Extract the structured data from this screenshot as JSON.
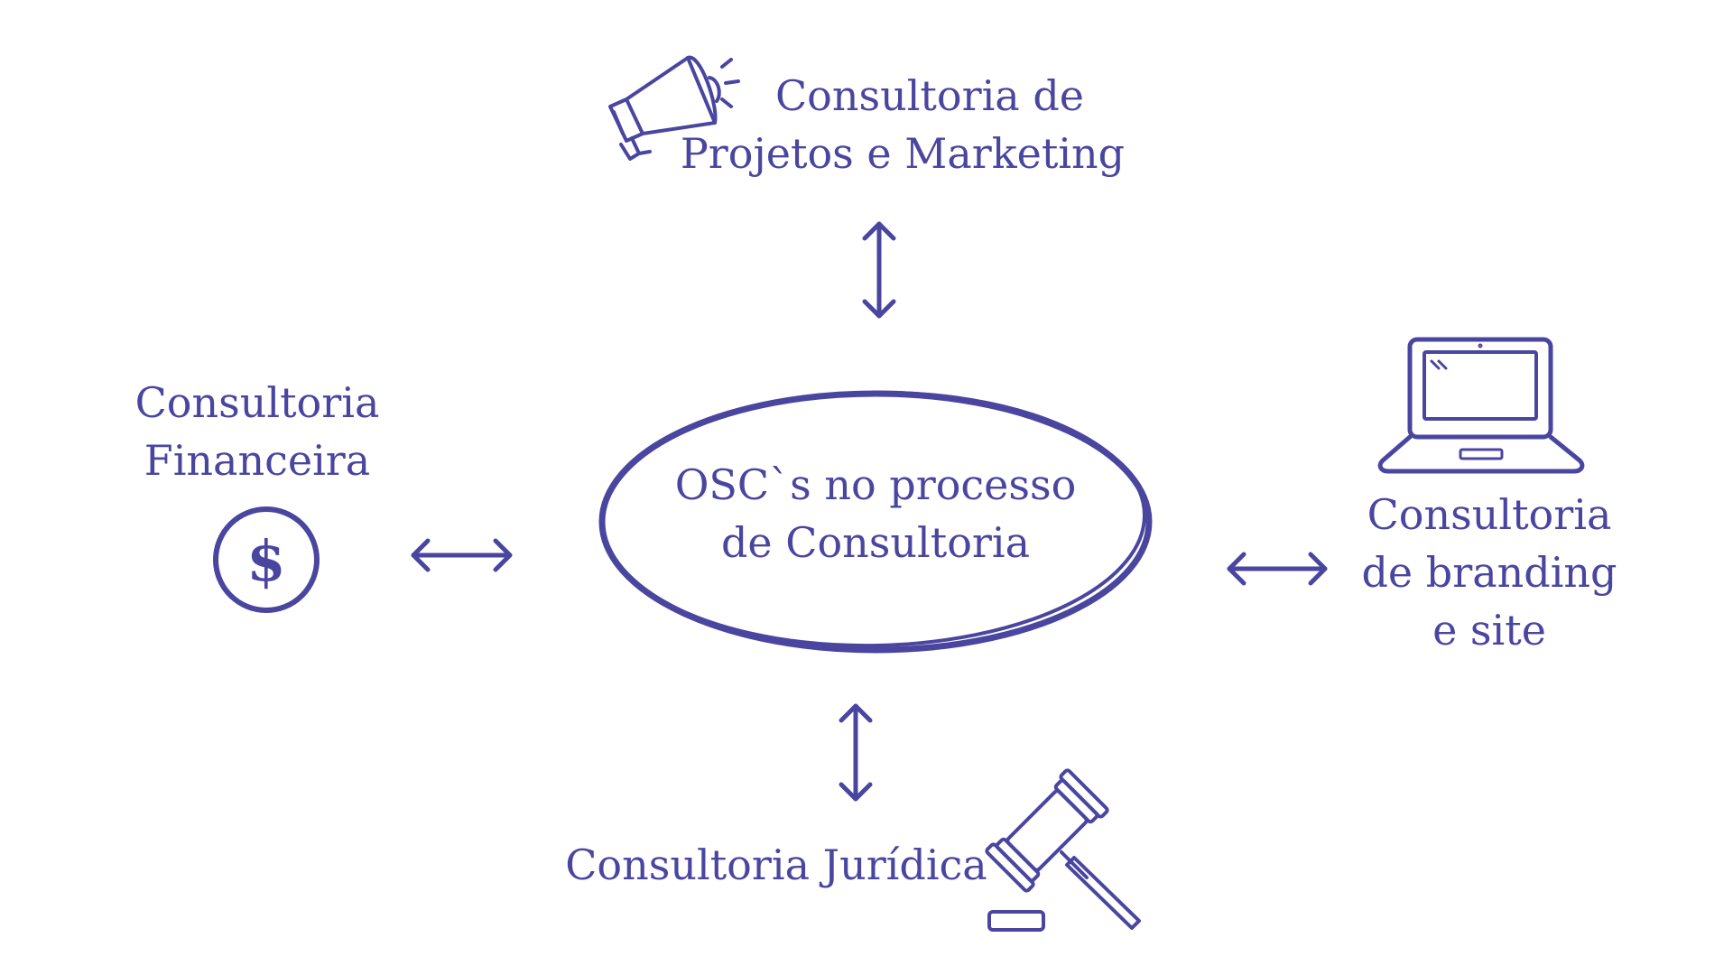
{
  "colors": {
    "ink": "#4a46a0",
    "background": "#ffffff"
  },
  "center": {
    "line1": "OSC`s no processo",
    "line2": "de Consultoria"
  },
  "nodes": {
    "top": {
      "line1": "Consultoria de",
      "line2": "Projetos e Marketing",
      "icon": "megaphone-icon"
    },
    "left": {
      "line1": "Consultoria",
      "line2": "Financeira",
      "icon": "dollar-coin-icon"
    },
    "right": {
      "line1": "Consultoria",
      "line2": "de branding",
      "line3": "e site",
      "icon": "laptop-icon"
    },
    "bottom": {
      "line1": "Consultoria Jurídica",
      "icon": "gavel-icon"
    }
  }
}
